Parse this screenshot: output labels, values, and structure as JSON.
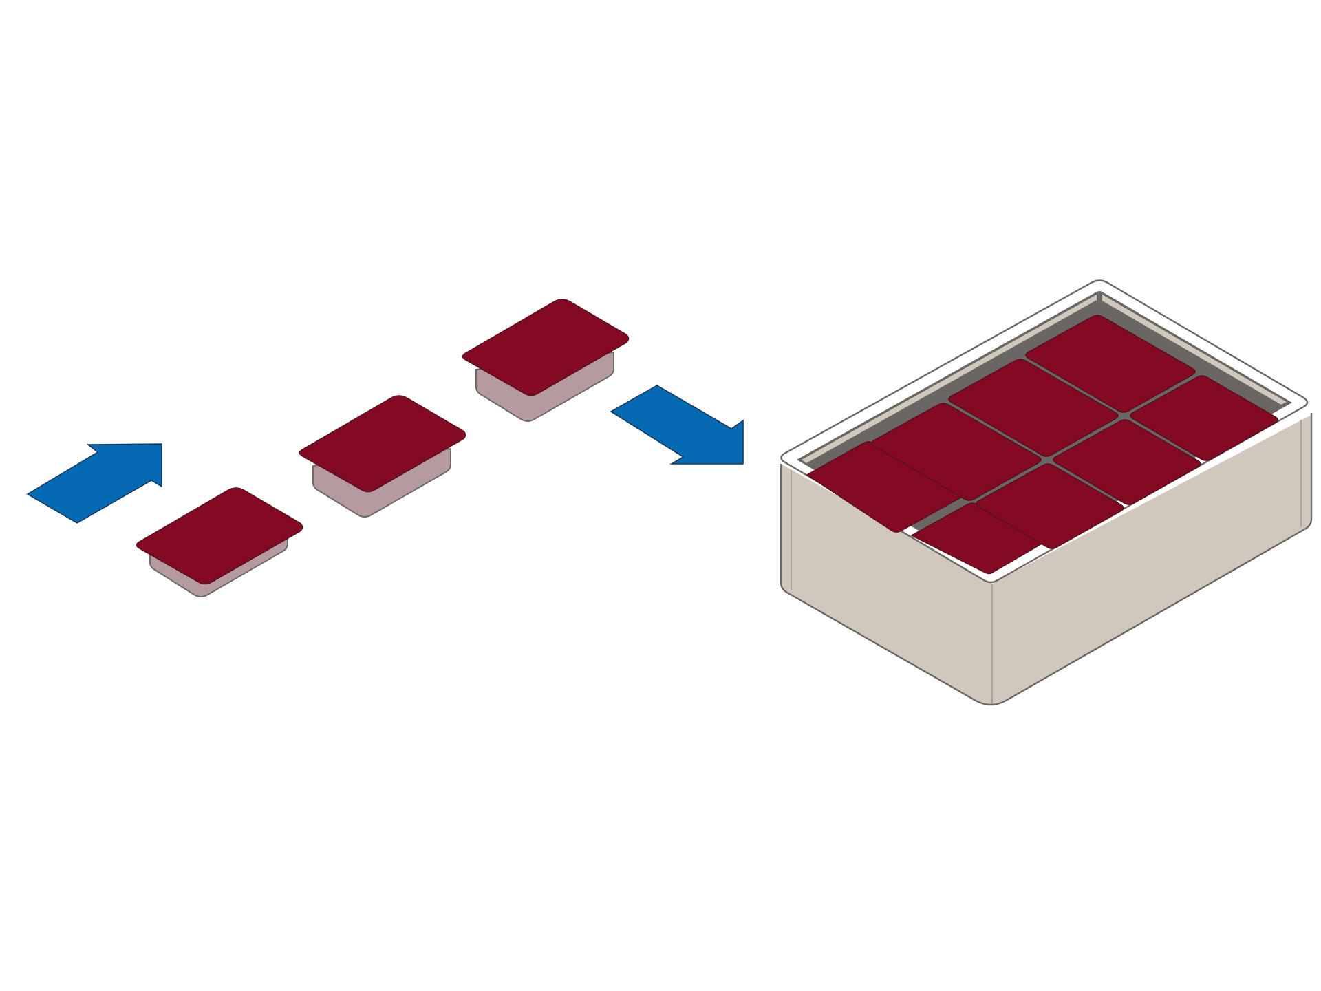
{
  "diagram": {
    "colors": {
      "background": "#ffffff",
      "arrow": "#0569b3",
      "tray_top": "#840a23",
      "tray_base": "#b59b9f",
      "box_wall": "#d0c7bd",
      "box_rim": "#908a85",
      "box_floor": "#6a6663"
    },
    "loose_tray_count": 3,
    "packed_trays": {
      "rows": 2,
      "columns": 4
    },
    "arrows": [
      {
        "icon": "arrow-into-line-icon"
      },
      {
        "icon": "arrow-into-box-icon"
      }
    ],
    "container_icon": "open-box-icon"
  }
}
